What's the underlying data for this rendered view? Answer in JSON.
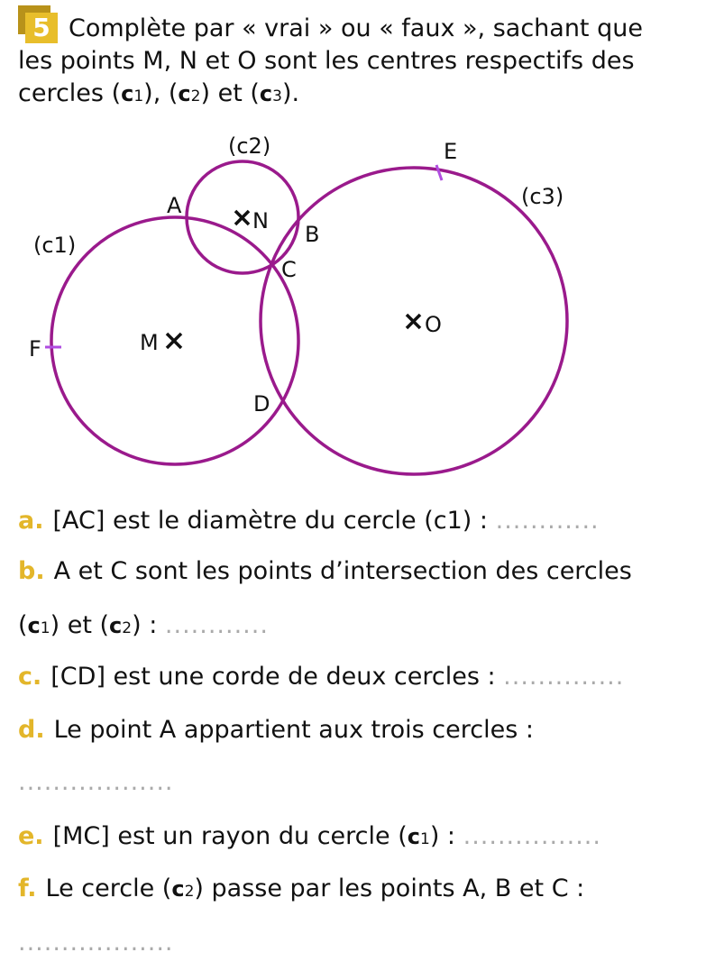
{
  "exercise": {
    "number": "5",
    "instruction_line1": "Complète par « vrai » ou « faux », sachant que",
    "instruction_line2": "les points M, N et O sont les centres respectifs des",
    "instruction_line3_prefix": "cercles (",
    "c": "c",
    "s1": "1",
    "s2": "2",
    "s3": "3",
    "sep1": "), (",
    "sep2": ") et (",
    "end": ")."
  },
  "figure": {
    "labels": {
      "A": "A",
      "B": "B",
      "C": "C",
      "D": "D",
      "E": "E",
      "F": "F",
      "M": "M",
      "N": "N",
      "O": "O",
      "c1": "(c1)",
      "c2": "(c2)",
      "c3": "(c3)"
    },
    "circle_color": "#9a1a8c",
    "tick_color": "#b04de0"
  },
  "questions": [
    {
      "letter": "a.",
      "text": "[AC] est le diamètre du cercle (c1) :",
      "blank": "............"
    },
    {
      "letter": "b.",
      "text": "A et C sont les points d’intersection des cercles",
      "cont1": "(",
      "cont2": ") et (",
      "cont3": ") :",
      "blank": "............"
    },
    {
      "letter": "c.",
      "text": "[CD] est une corde de deux cercles :",
      "blank": ".............."
    },
    {
      "letter": "d.",
      "text": "Le point A appartient aux trois cercles :",
      "blank": ".................."
    },
    {
      "letter": "e.",
      "text": "[MC] est un rayon du cercle (",
      "text_end": ") :",
      "blank": "................"
    },
    {
      "letter": "f.",
      "text": "Le cercle (",
      "text_mid": ") passe par les points A, B et C :",
      "blank": ".................."
    }
  ]
}
